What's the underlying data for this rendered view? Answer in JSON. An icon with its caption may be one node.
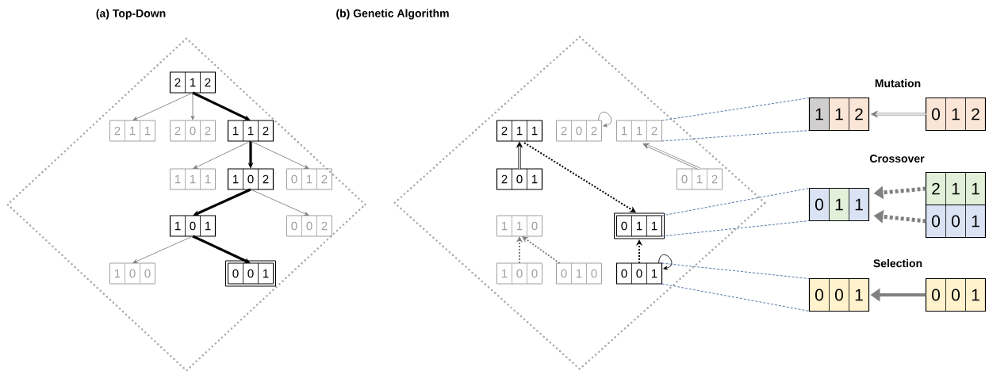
{
  "diagram": {
    "nodes": [
      {
        "text": [
          "(a) Top-Down"
        ]
      },
      {
        "text": [
          "2",
          "1",
          "2"
        ],
        "in": 0
      },
      {
        "text": [
          "2",
          "1",
          "1"
        ],
        "in": 0
      },
      {
        "text": [
          "2",
          "0",
          "2"
        ],
        "in": 0
      },
      {
        "text": [
          "1",
          "1",
          "2"
        ],
        "in": 0
      },
      {
        "text": [
          "1",
          "1",
          "1"
        ],
        "in": 0
      },
      {
        "text": [
          "1",
          "0",
          "2"
        ],
        "in": 0
      },
      {
        "text": [
          "0",
          "1",
          "2"
        ],
        "in": 0
      },
      {
        "text": [
          "1",
          "0",
          "1"
        ],
        "in": 0
      },
      {
        "text": [
          "0",
          "0",
          "2"
        ],
        "in": 0
      },
      {
        "text": [
          "1",
          "0",
          "0"
        ],
        "in": 0
      },
      {
        "text": [
          "0",
          "0",
          "1"
        ],
        "in": 0
      },
      {
        "text": [
          "(b) Genetic Algorithm"
        ]
      },
      {
        "text": [
          "2",
          "1",
          "1"
        ],
        "in": 12
      },
      {
        "text": [
          "2",
          "0",
          "2"
        ],
        "in": 12
      },
      {
        "text": [
          "1",
          "1",
          "2"
        ],
        "in": 12
      },
      {
        "text": [
          "2",
          "0",
          "1"
        ],
        "in": 12
      },
      {
        "text": [
          "0",
          "1",
          "2"
        ],
        "in": 12
      },
      {
        "text": [
          "0",
          "1",
          "1"
        ],
        "in": 12
      },
      {
        "text": [
          "1",
          "1",
          "0"
        ],
        "in": 12
      },
      {
        "text": [
          "1",
          "0",
          "0"
        ],
        "in": 12
      },
      {
        "text": [
          "0",
          "1",
          "0"
        ],
        "in": 12
      },
      {
        "text": [
          "0",
          "0",
          "1"
        ],
        "in": 12
      },
      {
        "text": [
          "1",
          "1",
          "2"
        ]
      },
      {
        "text": [
          "0",
          "1",
          "2"
        ]
      },
      {
        "text": [
          "0",
          "1",
          "1"
        ]
      },
      {
        "text": [
          "2",
          "1",
          "1"
        ]
      },
      {
        "text": [
          "0",
          "0",
          "1"
        ]
      },
      {
        "text": [
          "0",
          "0",
          "1"
        ]
      },
      {
        "text": [
          "0",
          "0",
          "1"
        ]
      }
    ],
    "edges": [
      {
        "from": 1,
        "to": 2,
        "arrow": "to"
      },
      {
        "from": 1,
        "to": 3,
        "arrow": "to"
      },
      {
        "from": 1,
        "to": 4,
        "arrow": "to",
        "style": "thick",
        "color": "#000000"
      },
      {
        "from": 4,
        "to": 5,
        "arrow": "to"
      },
      {
        "from": 4,
        "to": 6,
        "arrow": "to",
        "style": "thick",
        "color": "#000000"
      },
      {
        "from": 4,
        "to": 7,
        "arrow": "to"
      },
      {
        "from": 6,
        "to": 8,
        "arrow": "to",
        "style": "thick",
        "color": "#000000"
      },
      {
        "from": 6,
        "to": 9,
        "arrow": "to"
      },
      {
        "from": 8,
        "to": 10,
        "arrow": "to"
      },
      {
        "from": 8,
        "to": 11,
        "arrow": "to",
        "style": "thick",
        "color": "#000000"
      },
      {
        "from": 16,
        "to": 13,
        "arrow": "to",
        "style": "thick",
        "color": "#000000"
      },
      {
        "from": 17,
        "to": 15,
        "arrow": "to",
        "style": "thick"
      },
      {
        "from": 14,
        "to": 14,
        "arrow": "to"
      },
      {
        "from": 13,
        "to": 18,
        "arrow": "to",
        "style": "dashed",
        "color": "#000000"
      },
      {
        "from": 22,
        "to": 18,
        "arrow": "to",
        "style": "dashed",
        "color": "#000000"
      },
      {
        "from": 22,
        "to": 22,
        "arrow": "to",
        "color": "#000000"
      },
      {
        "from": 20,
        "to": 19,
        "arrow": "to",
        "style": "dashed"
      },
      {
        "from": 21,
        "to": 19,
        "arrow": "to",
        "style": "dashed"
      },
      {
        "from": 15,
        "to": 23,
        "arrow": "none",
        "style": "dashed",
        "color": "#2f5597"
      },
      {
        "from": 15,
        "to": 23,
        "arrow": "none",
        "style": "dashed",
        "color": "#2f5597"
      },
      {
        "from": 18,
        "to": 25,
        "arrow": "none",
        "style": "dashed",
        "color": "#2f5597"
      },
      {
        "from": 18,
        "to": 25,
        "arrow": "none",
        "style": "dashed",
        "color": "#2f5597"
      },
      {
        "from": 22,
        "to": 28,
        "arrow": "none",
        "style": "dashed",
        "color": "#2f5597"
      },
      {
        "from": 22,
        "to": 28,
        "arrow": "none",
        "style": "dashed",
        "color": "#2f5597"
      },
      {
        "from": 24,
        "to": 23,
        "arrow": "to",
        "style": "thick"
      },
      {
        "from": 26,
        "to": 25,
        "arrow": "to",
        "style": "dashed"
      },
      {
        "from": 27,
        "to": 25,
        "arrow": "to",
        "style": "dashed"
      },
      {
        "from": 29,
        "to": 28,
        "arrow": "to",
        "style": "thick"
      }
    ],
    "labels": [
      "Mutation",
      "Crossover",
      "Selection"
    ]
  }
}
